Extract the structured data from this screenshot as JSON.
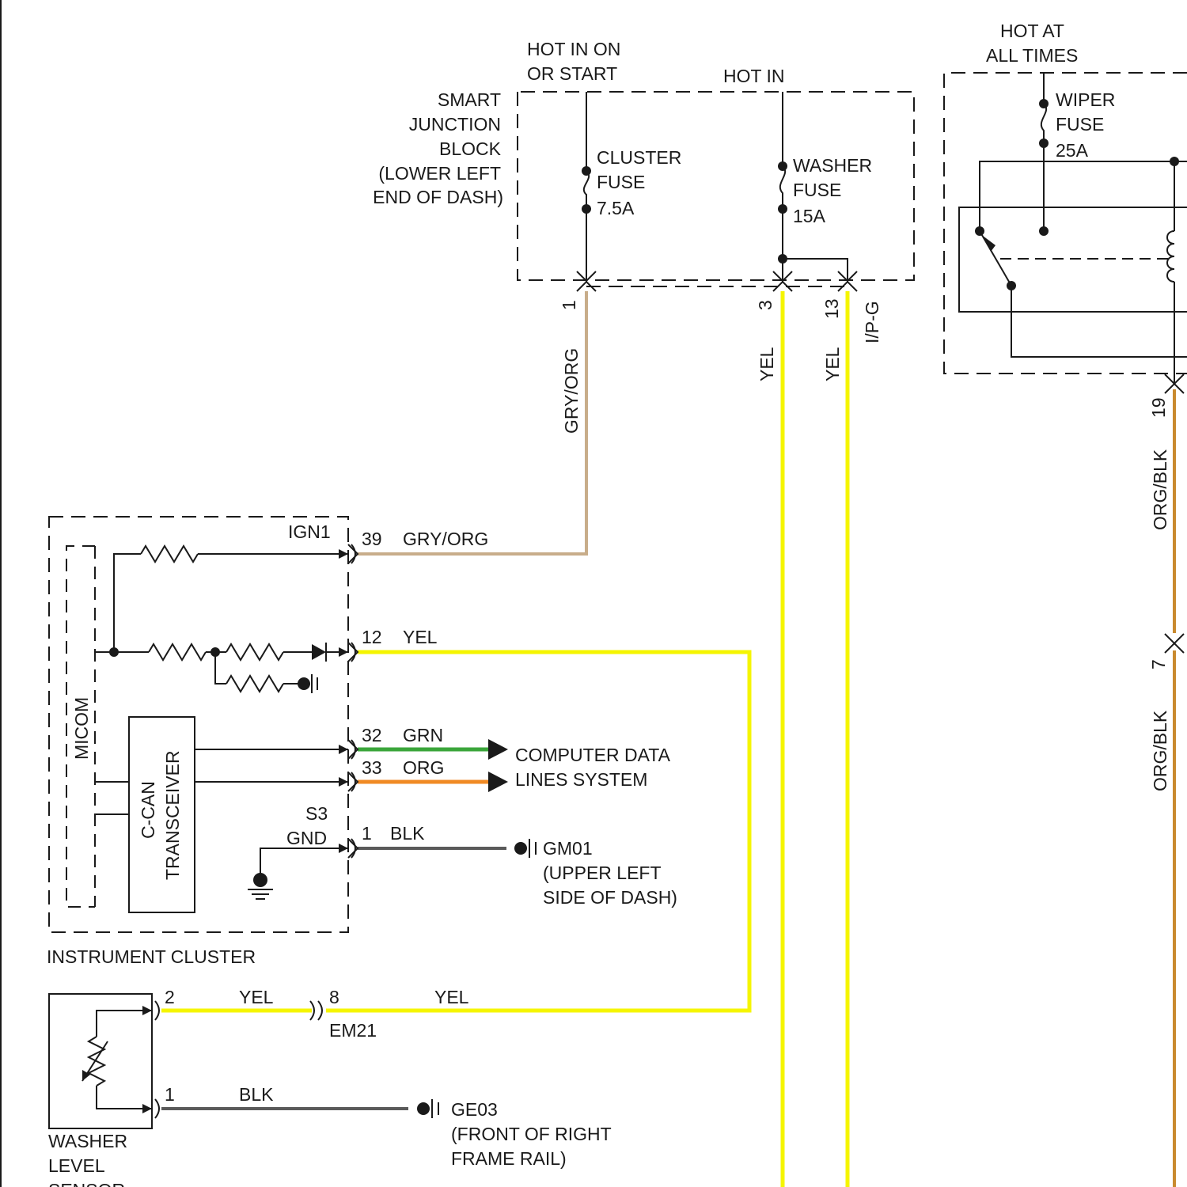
{
  "colors": {
    "yellow": "#f5f500",
    "gray_org": "#c8ad8a",
    "green": "#3aa53a",
    "orange": "#f08a24",
    "black_wire": "#5a5a5a",
    "org_blk": "#c98a2e",
    "line": "#1a1a1a"
  },
  "smart_junction_block": {
    "title_lines": [
      "SMART",
      "JUNCTION",
      "BLOCK",
      "(LOWER LEFT",
      "END OF DASH)"
    ],
    "hot_in_on_start": [
      "HOT IN ON",
      "OR START"
    ],
    "hot_in": "HOT IN",
    "cluster_fuse": [
      "CLUSTER",
      "FUSE",
      "7.5A"
    ],
    "washer_fuse": [
      "WASHER",
      "FUSE",
      "15A"
    ],
    "pins": {
      "p1": "1",
      "p3": "3",
      "p13": "13"
    },
    "connector": "I/P-G"
  },
  "wiper_block": {
    "hot_at_all_times": [
      "HOT AT",
      "ALL TIMES"
    ],
    "wiper_fuse": [
      "WIPER",
      "FUSE",
      "25A"
    ],
    "pin19": "19",
    "pin7": "7"
  },
  "wires": {
    "gry_org_vertical": "GRY/ORG",
    "yel_3": "YEL",
    "yel_13": "YEL",
    "org_blk_upper": "ORG/BLK",
    "org_blk_lower": "ORG/BLK"
  },
  "instrument_cluster": {
    "title": "INSTRUMENT CLUSTER",
    "micom": "MICOM",
    "ccan": [
      "C-CAN",
      "TRANSCEIVER"
    ],
    "ign1": "IGN1",
    "s3_gnd": [
      "S3",
      "GND"
    ],
    "pins": [
      {
        "pin": "39",
        "wire": "GRY/ORG"
      },
      {
        "pin": "12",
        "wire": "YEL"
      },
      {
        "pin": "32",
        "wire": "GRN"
      },
      {
        "pin": "33",
        "wire": "ORG"
      },
      {
        "pin": "1",
        "wire": "BLK"
      }
    ]
  },
  "computer_data": [
    "COMPUTER DATA",
    "LINES SYSTEM"
  ],
  "gm01": [
    "GM01",
    "(UPPER LEFT",
    "SIDE OF DASH)"
  ],
  "washer_level_sensor": {
    "title_lines": [
      "WASHER",
      "LEVEL",
      "SENSOR"
    ],
    "pin2": "2",
    "pin1": "1",
    "wire_yel_a": "YEL",
    "wire_yel_b": "YEL",
    "wire_blk": "BLK",
    "em21_pin": "8",
    "em21": "EM21"
  },
  "ge03": [
    "GE03",
    "(FRONT OF RIGHT",
    "FRAME RAIL)"
  ]
}
